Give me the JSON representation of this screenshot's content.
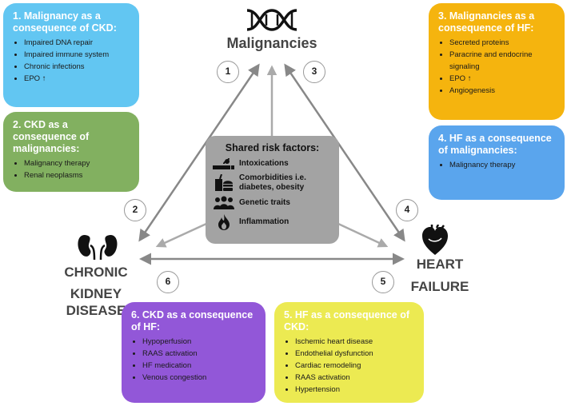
{
  "nodes": {
    "malignancies": "Malignancies",
    "ckd_line1": "CHRONIC",
    "ckd_line2": "KIDNEY DISEASE",
    "hf_line1": "HEART",
    "hf_line2": "FAILURE"
  },
  "numbers": [
    "1",
    "2",
    "3",
    "4",
    "5",
    "6"
  ],
  "boxes": {
    "b1": {
      "title": "1.  Malignancy as a consequence of CKD:",
      "items": [
        "Impaired DNA repair",
        "Impaired immune system",
        "Chronic infections",
        "EPO ↑"
      ]
    },
    "b2": {
      "title": "2.  CKD as a consequence of malignancies:",
      "items": [
        "Malignancy therapy",
        "Renal neoplasms"
      ]
    },
    "b3": {
      "title": "3.  Malignancies as a consequence of HF:",
      "items": [
        "Secreted proteins",
        "Paracrine and endocrine signaling",
        "EPO ↑",
        "Angiogenesis"
      ]
    },
    "b4": {
      "title": "4.  HF as a consequence of malignancies:",
      "items": [
        "Malignancy therapy"
      ]
    },
    "b5": {
      "title": "5.  HF as a consequence of CKD:",
      "items": [
        "Ischemic heart disease",
        "Endothelial dysfunction",
        "Cardiac remodeling",
        "RAAS activation",
        "Hypertension"
      ]
    },
    "b6": {
      "title": "6.  CKD as a consequence of HF:",
      "items": [
        "Hypoperfusion",
        "RAAS activation",
        "HF medication",
        "Venous congestion"
      ]
    }
  },
  "risk": {
    "title": "Shared risk factors:",
    "items": [
      {
        "icon": "smoking-icon",
        "label": "Intoxications"
      },
      {
        "icon": "fast-food-icon",
        "label": "Comorbidities i.e. diabetes, obesity"
      },
      {
        "icon": "people-icon",
        "label": "Genetic traits"
      },
      {
        "icon": "flame-icon",
        "label": "Inflammation"
      }
    ]
  },
  "colors": {
    "box1": "#62c6f2",
    "box2": "#82b060",
    "box3": "#f5b40e",
    "box4": "#5aa5ed",
    "box5": "#ecea52",
    "box6": "#9257d8",
    "risk": "#a3a3a3"
  }
}
